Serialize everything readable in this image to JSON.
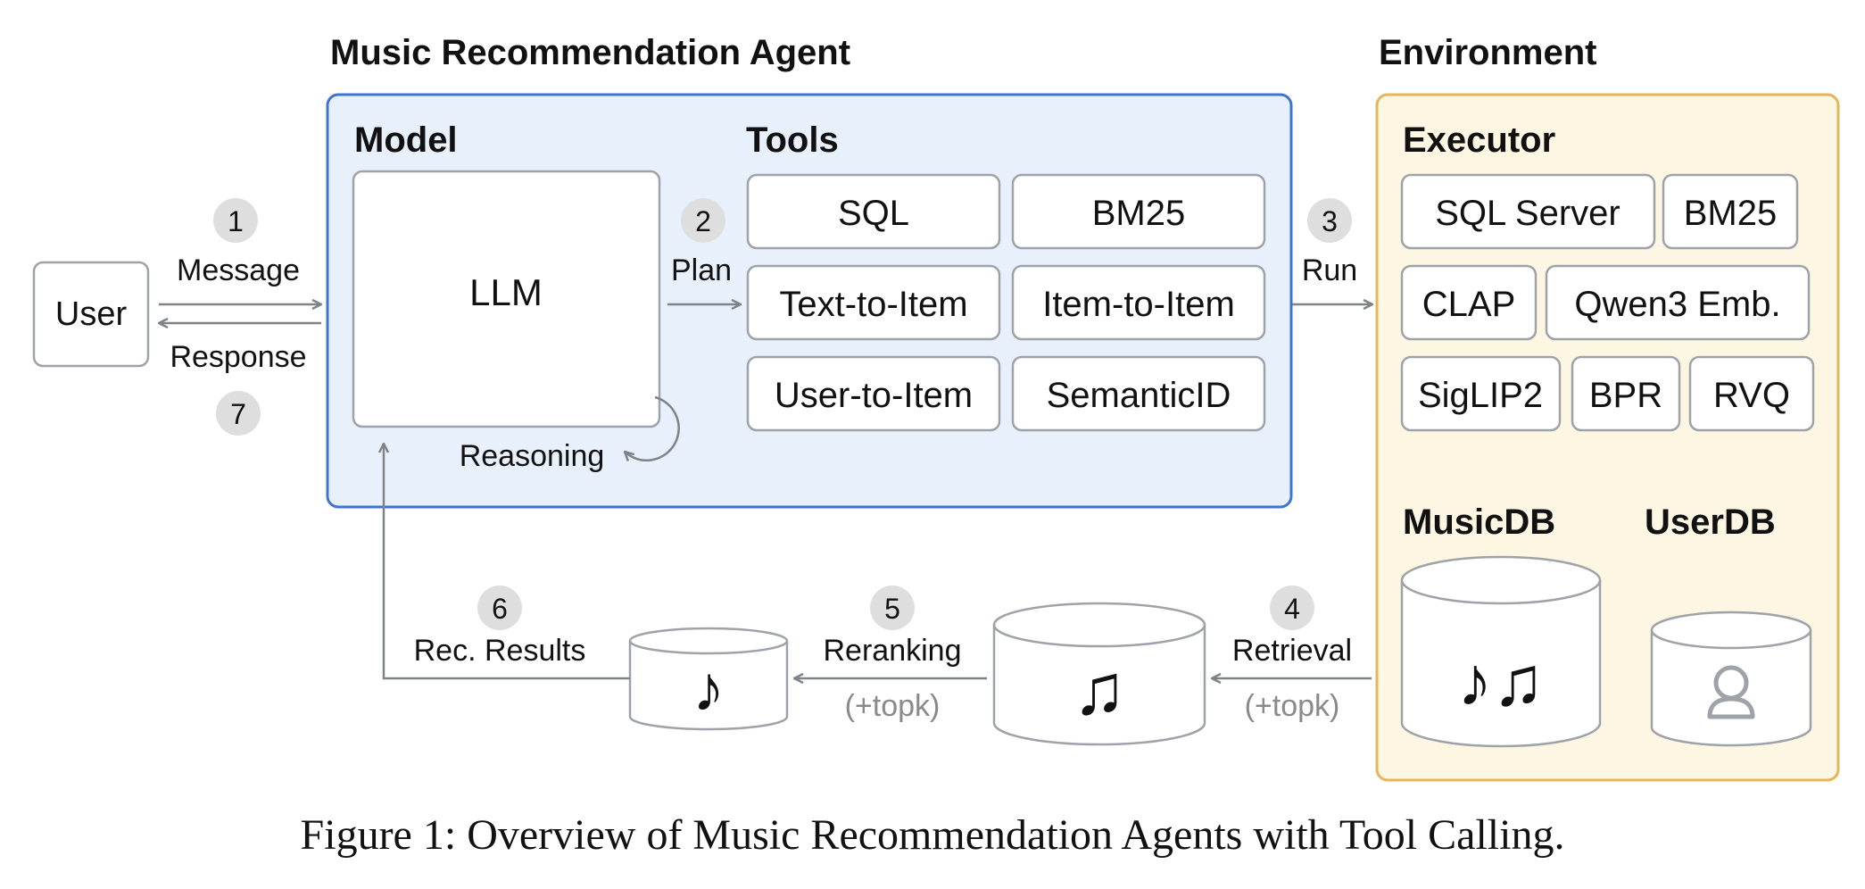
{
  "colors": {
    "agent_fill": "#e8f0fc",
    "agent_stroke": "#3e74d0",
    "env_fill": "#fcf6e3",
    "env_stroke": "#e5b65a",
    "box_stroke": "#9ea3a9",
    "arrow": "#7e8388",
    "badge": "#dedede",
    "text": "#111111",
    "muted": "#8a8a8a"
  },
  "agent": {
    "title": "Music Recommendation Agent"
  },
  "environment": {
    "title": "Environment"
  },
  "user": {
    "label": "User"
  },
  "model": {
    "title": "Model",
    "llm": "LLM",
    "reasoning": "Reasoning"
  },
  "tools": {
    "title": "Tools",
    "items": [
      "SQL",
      "BM25",
      "Text-to-Item",
      "Item-to-Item",
      "User-to-Item",
      "SemanticID"
    ]
  },
  "executor": {
    "title": "Executor",
    "items": [
      "SQL Server",
      "BM25",
      "CLAP",
      "Qwen3 Emb.",
      "SigLIP2",
      "BPR",
      "RVQ"
    ]
  },
  "databases": {
    "music": "MusicDB",
    "user": "UserDB"
  },
  "steps": [
    {
      "num": "1",
      "label": "Message"
    },
    {
      "num": "2",
      "label": "Plan"
    },
    {
      "num": "3",
      "label": "Run"
    },
    {
      "num": "4",
      "label": "Retrieval",
      "sub": "(+topk)"
    },
    {
      "num": "5",
      "label": "Reranking",
      "sub": "(+topk)"
    },
    {
      "num": "6",
      "label": "Rec. Results"
    },
    {
      "num": "7",
      "label": "Response"
    }
  ],
  "icons": {
    "note_single": "♪",
    "note_double": "♫",
    "note_triple": "♪♫",
    "user_icon": "user-icon"
  },
  "caption": "Figure 1: Overview of Music Recommendation Agents with Tool Calling."
}
